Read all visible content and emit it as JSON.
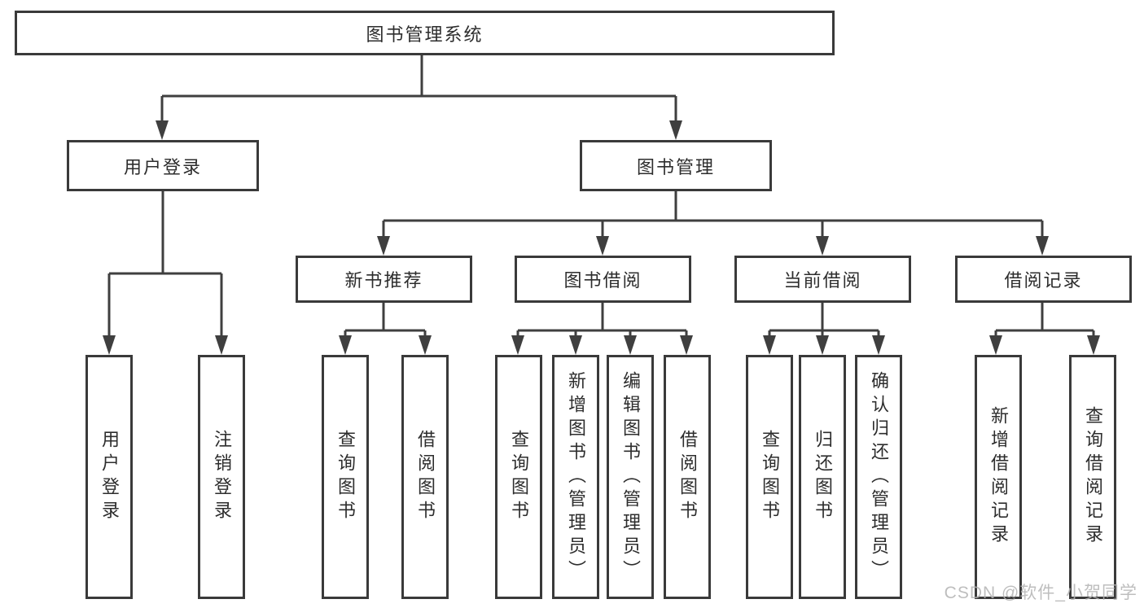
{
  "tree": {
    "root": "图书管理系统",
    "user": {
      "label": "用户登录",
      "children": [
        "用户登录",
        "注销登录"
      ]
    },
    "book": {
      "label": "图书管理",
      "children": {
        "recommend": {
          "label": "新书推荐",
          "children": [
            "查询图书",
            "借阅图书"
          ]
        },
        "borrow": {
          "label": "图书借阅",
          "children": [
            "查询图书",
            "新增图书（管理员）",
            "编辑图书（管理员）",
            "借阅图书"
          ]
        },
        "current": {
          "label": "当前借阅",
          "children": [
            "查询图书",
            "归还图书",
            "确认归还（管理员）"
          ]
        },
        "records": {
          "label": "借阅记录",
          "children": [
            "新增借阅记录",
            "查询借阅记录"
          ]
        }
      }
    }
  },
  "watermark": {
    "text": "CSDN @软件_小贺同学"
  },
  "colors": {
    "line": "#3f3f3f",
    "box_border": "#3a3a3a",
    "text": "#2d2d2d",
    "watermark": "#b3b3b3",
    "background": "#ffffff"
  }
}
